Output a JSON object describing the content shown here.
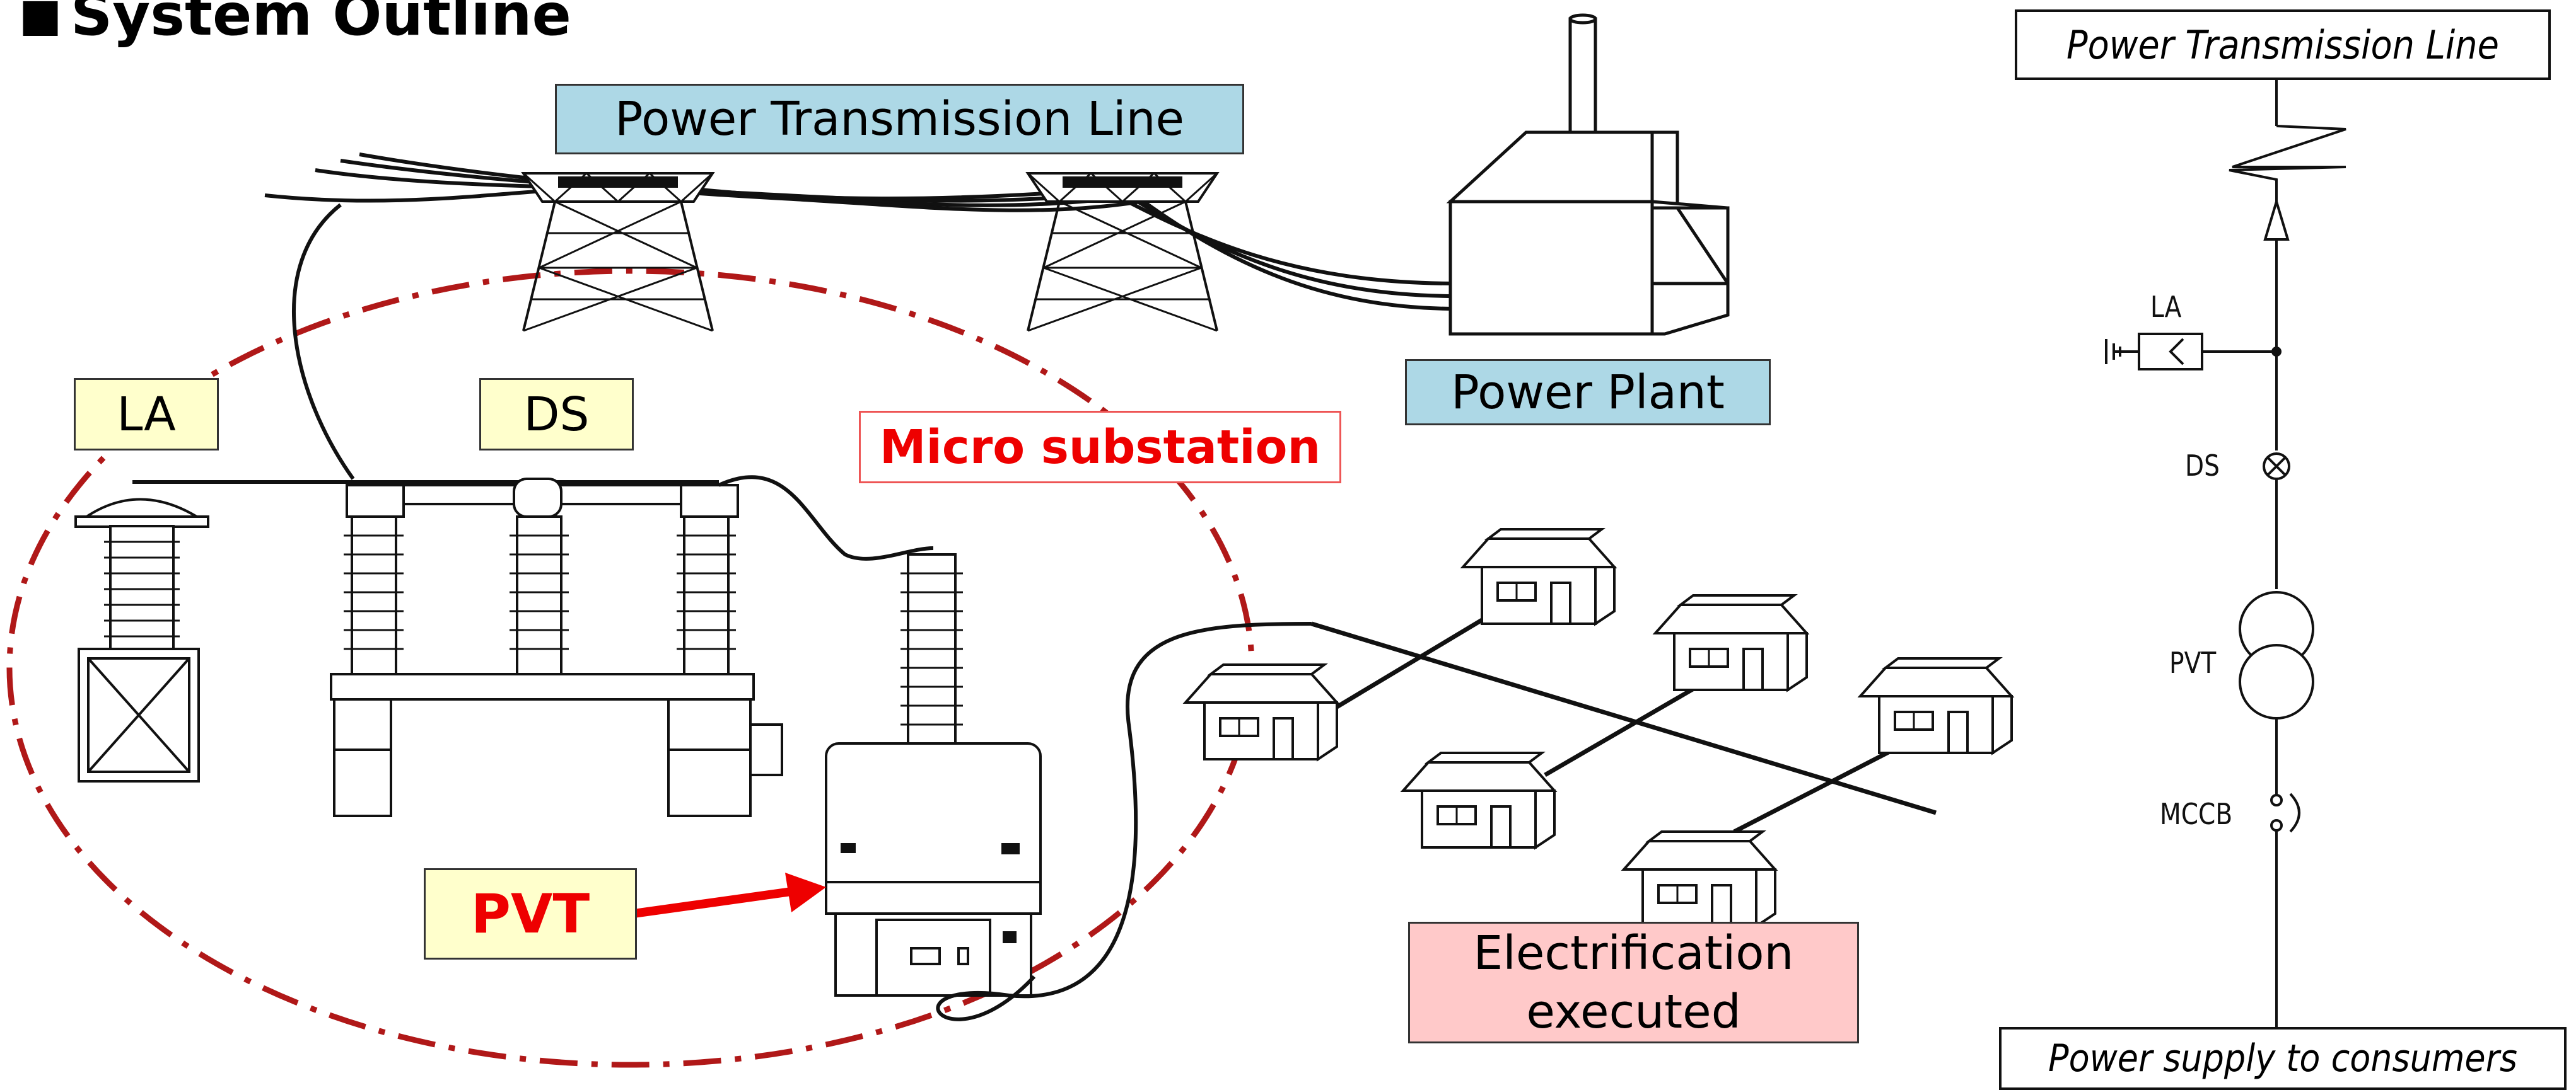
{
  "heading": {
    "bullet": "■",
    "text": "System Outline"
  },
  "labels": {
    "power_transmission_line": "Power Transmission Line",
    "power_plant": "Power Plant",
    "la": "LA",
    "ds": "DS",
    "micro_substation": "Micro substation",
    "pvt": "PVT",
    "electrification": "Electrification executed"
  },
  "single_line_diagram": {
    "top_box": "Power Transmission Line",
    "bottom_box": "Power supply to consumers",
    "la": "LA",
    "ds": "DS",
    "pvt": "PVT",
    "mccb": "MCCB"
  },
  "colors": {
    "blue_label": "#add8e6",
    "yellow_label": "#ffffcc",
    "pink_label": "#ffc9c9",
    "highlight_red": "#ee0000",
    "dash_dot_ring": "#b01818"
  }
}
